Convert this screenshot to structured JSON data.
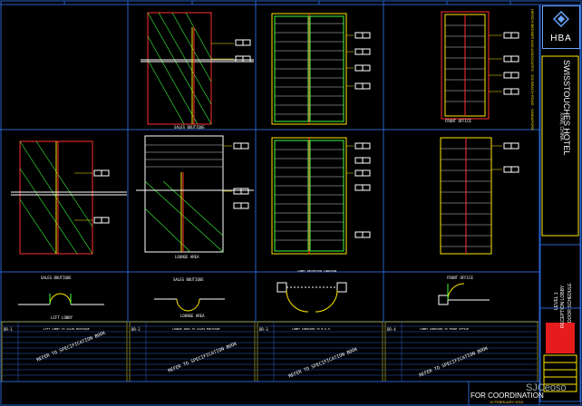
{
  "title_block": {
    "logo_text": "HBA",
    "project_name": "SWISSTOUCHES HOTEL",
    "project_location": "XI'AN, CHINA",
    "firm_line": "HIRSCH BEDNER AND ASSOCIATES  ·  200 BEACH ROAD  ·  SINGAPORE",
    "level": "LEVEL 1",
    "area": "RECEPTION LOBBY",
    "drawing_title": "DOOR SCHEDULE",
    "stamp": "FOR COORDINATION",
    "date": "10 FEBRUARY 2010"
  },
  "views": {
    "sales_boutique": "SALES BOUTIQUE",
    "front_office": "FRONT OFFICE",
    "lounge_area": "LOUNGE AREA",
    "lift_lobby": "LIFT LOBBY",
    "lobby_reception": "LOBBY RECEPTION CORRIDOR"
  },
  "schedules": [
    {
      "code": "DR-1",
      "desc": "LIFT LOBBY TO SALES BOUTIQUE",
      "note": "REFER TO SPECIFICATION BOOK"
    },
    {
      "code": "DR-2",
      "desc": "LOUNGE AREA TO SALES BOUTIQUE",
      "note": "REFER TO SPECIFICATION BOOK"
    },
    {
      "code": "DR-3",
      "desc": "LOBBY CORRIDOR TO B.O.H.",
      "note": "REFER TO SPECIFICATION BOOK"
    },
    {
      "code": "DR-4",
      "desc": "LOBBY CORRIDOR TO FRONT OFFICE",
      "note": "REFER TO SPECIFICATION BOOK"
    }
  ],
  "watermark": "SJCeoso",
  "colors": {
    "bg": "#000000",
    "frame": "#2a62c8",
    "cad_cyan": "#00e5ff",
    "cad_yellow": "#ffe600",
    "cad_red": "#ff3030",
    "cad_green": "#3cff3c",
    "cad_white": "#ffffff",
    "cad_magenta": "#ff3cff"
  }
}
